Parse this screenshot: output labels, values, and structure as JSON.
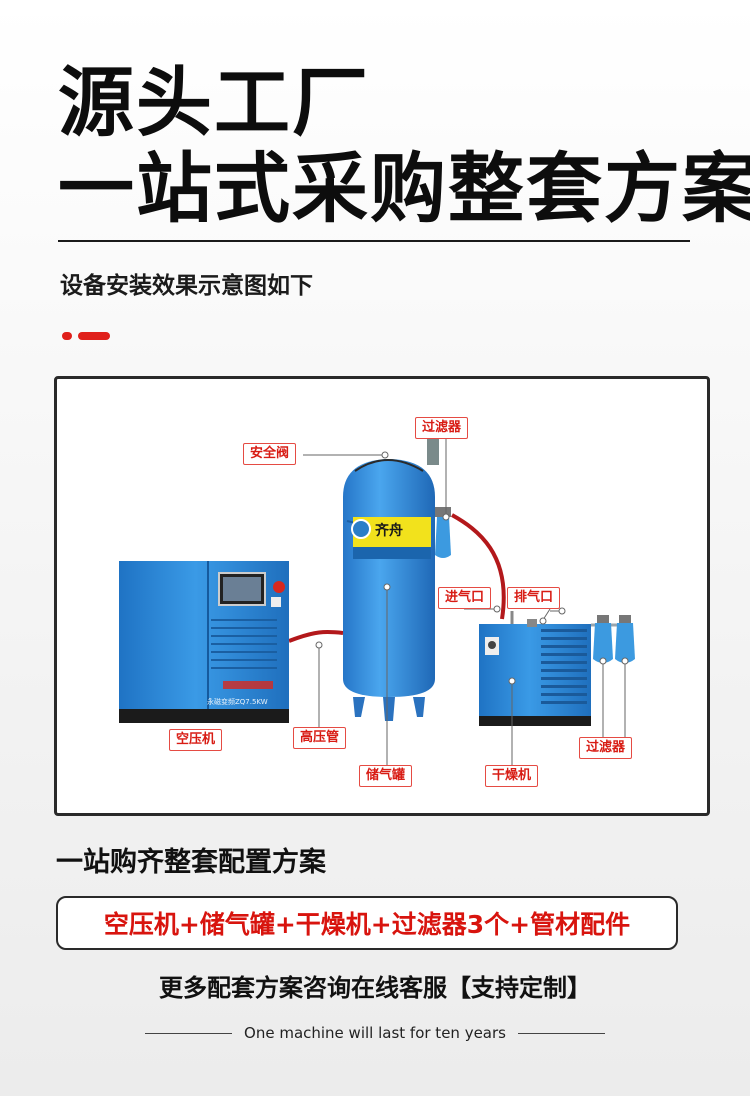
{
  "headline": {
    "line1": "源头工厂",
    "line2": "一站式采购整套方案"
  },
  "subtitle": "设备安装效果示意图如下",
  "diagram": {
    "labels": {
      "safety_valve": "安全阀",
      "filter_top": "过滤器",
      "air_inlet": "进气口",
      "air_outlet": "排气口",
      "air_compressor": "空压机",
      "high_pressure_pipe": "高压管",
      "air_tank": "储气罐",
      "dryer": "干燥机",
      "filter_bottom": "过滤器"
    },
    "tank_brand": "齐舟",
    "compressor_badge": "永磁变频ZQ7.5KW"
  },
  "section_title": "一站购齐整套配置方案",
  "config": "空压机+储气罐+干燥机+过滤器3个+管材配件",
  "note": "更多配套方案咨询在线客服【支持定制】",
  "tagline": "One machine will last for ten years",
  "colors": {
    "accent_red": "#e0201b",
    "equipment_blue": "#2f8fd8"
  }
}
